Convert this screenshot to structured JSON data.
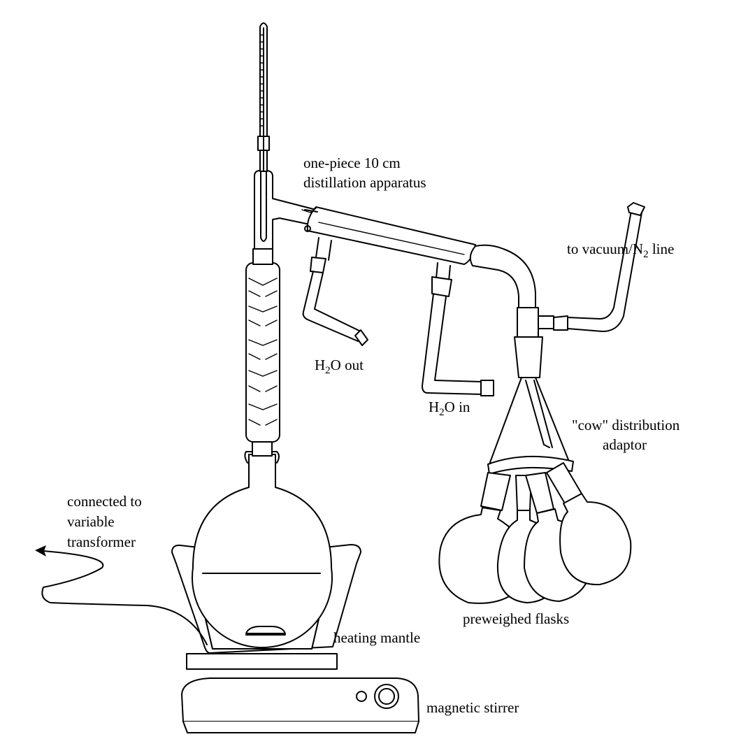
{
  "labels": {
    "apparatus_line1": "one-piece 10 cm",
    "apparatus_line2": "distillation apparatus",
    "vacuum_prefix": "to vacuum/N",
    "vacuum_sub": "2",
    "vacuum_suffix": " line",
    "water_out_prefix": "H",
    "water_out_sub": "2",
    "water_out_suffix": "O out",
    "water_in_prefix": "H",
    "water_in_sub": "2",
    "water_in_suffix": "O in",
    "cow_line1": "\"cow\" distribution",
    "cow_line2": "adaptor",
    "transformer_line1": "connected to",
    "transformer_line2": "variable",
    "transformer_line3": "transformer",
    "flasks": "preweighed flasks",
    "mantle": "heating mantle",
    "stirrer": "magnetic stirrer"
  },
  "colors": {
    "line": "#000000",
    "background": "#ffffff"
  }
}
